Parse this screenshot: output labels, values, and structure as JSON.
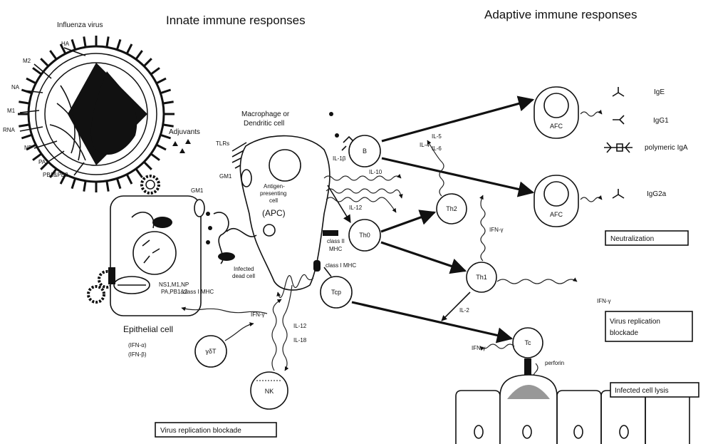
{
  "headers": {
    "innate": "Innate immune responses",
    "adaptive": "Adaptive immune responses"
  },
  "virus": {
    "title": "Influenza virus",
    "parts": [
      "HA",
      "M2",
      "NA",
      "M1",
      "RNA",
      "NP",
      "PA",
      "PB1&PB2"
    ]
  },
  "adjuvants": "Adjuvants",
  "macrophage": [
    "Macrophage or",
    "Dendritic cell"
  ],
  "tlrs": "TLRs",
  "gm1_a": "GM1",
  "gm1_b": "GM1",
  "apc": {
    "line1": "Antigen-",
    "line2": "presenting",
    "line3": "cell",
    "abbr": "(APC)"
  },
  "infected_dead_cell": [
    "Infected",
    "dead cell"
  ],
  "epithelial": {
    "label": "Epithelial cell",
    "ifn_a": "(IFN-α)",
    "ifn_b": "(IFN-β)",
    "proteins": [
      "NS1,M1,NP",
      "PA,PB1&2"
    ],
    "mhc": "class I MHC"
  },
  "mhc_labels": {
    "class2": "class II",
    "mhc": "MHC",
    "class1": "class I MHC"
  },
  "cytokines": {
    "il1": "IL-1β",
    "il10": "IL-10",
    "il12_apc": "IL-12",
    "il4": "IL-4",
    "il5": "IL-5",
    "il6": "IL-6",
    "ifng_th1": "IFN-γ",
    "ifng_out": "IFN-γ",
    "il2": "IL-2",
    "ifng_center": "IFN-γ",
    "il12_nk": "IL-12",
    "il18": "IL-18",
    "ifng_tc": "IFN-γ",
    "perforin": "perforin"
  },
  "cells": {
    "b": "B",
    "th0": "Th0",
    "th1": "Th1",
    "th2": "Th2",
    "tcp": "Tcp",
    "tc": "Tc",
    "gdt": "γδT",
    "nk": "NK",
    "afc1": "AFC",
    "afc2": "AFC"
  },
  "antibodies": {
    "ige": "IgE",
    "igg1": "IgG1",
    "polymeric": "polymeric IgA",
    "igg2a": "IgG2a"
  },
  "outcomes": {
    "neutralization": "Neutralization",
    "virus_rep_1": "Virus replication",
    "virus_rep_2": "blockade",
    "lysis": "Infected cell lysis",
    "innate_block": "Virus replication blockade"
  }
}
